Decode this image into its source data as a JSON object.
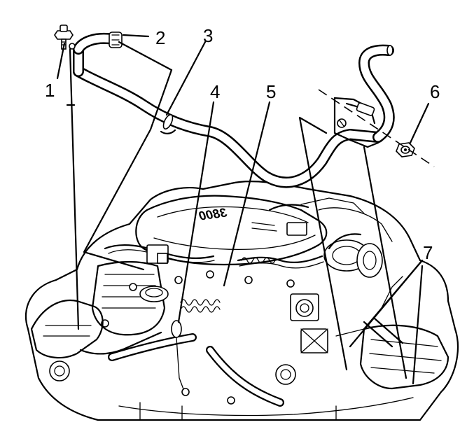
{
  "callouts": [
    {
      "id": "c1",
      "label": "1"
    },
    {
      "id": "c2",
      "label": "2"
    },
    {
      "id": "c3",
      "label": "3"
    },
    {
      "id": "c4",
      "label": "4"
    },
    {
      "id": "c5",
      "label": "5"
    },
    {
      "id": "c6",
      "label": "6"
    },
    {
      "id": "c7",
      "label": "7"
    }
  ],
  "engine_cover_lettering": "3800"
}
